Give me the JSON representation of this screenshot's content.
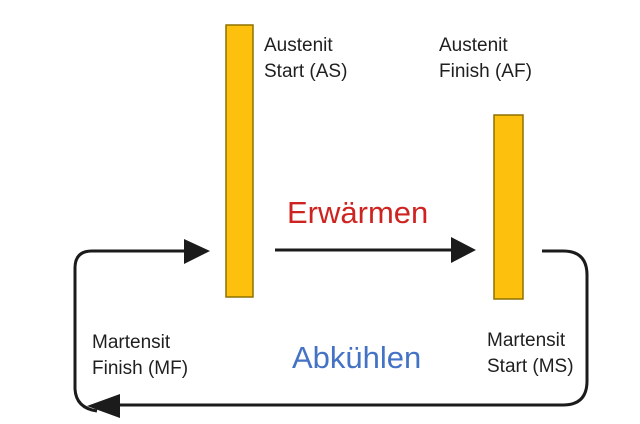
{
  "diagram": {
    "title_hint": "Martensite-Austenite transformation hysteresis cycle",
    "labels": {
      "austenit_start": {
        "line1": "Austenit",
        "line2": "Start (AS)"
      },
      "austenit_finish": {
        "line1": "Austenit",
        "line2": "Finish (AF)"
      },
      "martensit_finish": {
        "line1": "Martensit",
        "line2": "Finish (MF)"
      },
      "martensit_start": {
        "line1": "Martensit",
        "line2": "Start (MS)"
      },
      "heating": "Erwärmen",
      "cooling": "Abkühlen"
    },
    "colors": {
      "background": "#ffffff",
      "label_text": "#1f1f1f",
      "heating_text": "#ce2421",
      "cooling_text": "#4472c4",
      "bar_fill": "#fdc00d",
      "bar_stroke": "#8f7100",
      "arrow": "#1b1b1b"
    }
  }
}
